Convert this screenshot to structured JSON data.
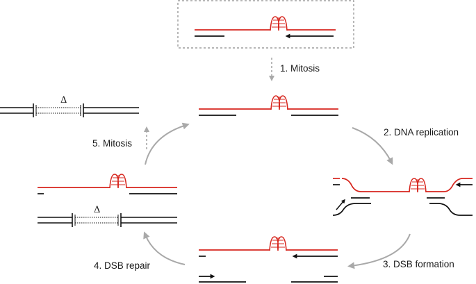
{
  "steps": {
    "mitosis_1": "1. Mitosis",
    "replication_2": "2. DNA replication",
    "dsb_formation_3": "3. DSB formation",
    "dsb_repair_4": "4. DSB repair",
    "mitosis_5": "5. Mitosis"
  },
  "deletion_symbol": "Δ",
  "colors": {
    "strand_red": "#d7261e",
    "strand_black": "#111111",
    "arrow_gray": "#a9a9a9",
    "frame_dash": "#8a8a8a"
  }
}
